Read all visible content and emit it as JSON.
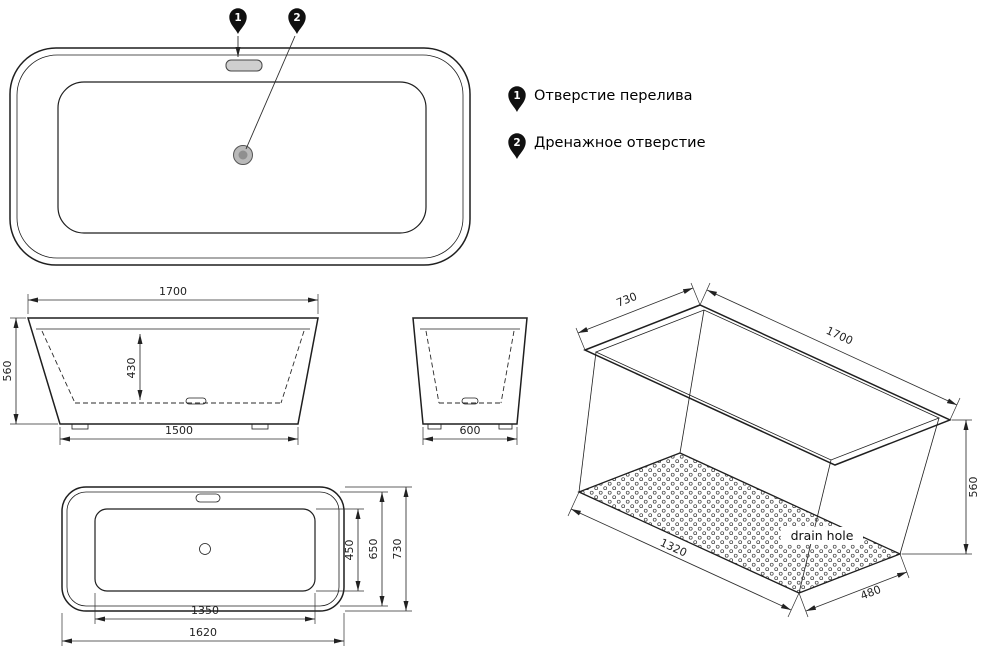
{
  "legend": {
    "items": [
      {
        "num": "1",
        "label": "Отверстие перелива"
      },
      {
        "num": "2",
        "label": "Дренажное отверстие"
      }
    ]
  },
  "top_view": {
    "marker1": "1",
    "marker2": "2"
  },
  "front_view": {
    "top_width": "1700",
    "height": "560",
    "inner_depth": "430",
    "bottom_width": "1500"
  },
  "side_view": {
    "bottom_width": "600"
  },
  "plan_view": {
    "inner_width": "450",
    "rim_width": "650",
    "outer_width": "730",
    "inner_length": "1350",
    "outer_length": "1620"
  },
  "iso_view": {
    "top_width": "730",
    "top_length": "1700",
    "height": "560",
    "bottom_length": "1320",
    "bottom_width": "480",
    "drain_label": "drain hole"
  }
}
